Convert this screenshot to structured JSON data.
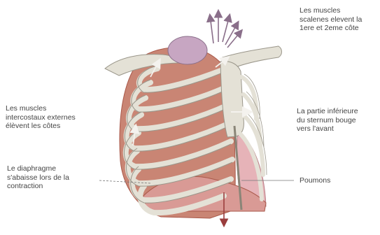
{
  "labels": {
    "scalenes": [
      "Les muscles",
      "scalenes elevent la",
      "1ere et 2eme côte"
    ],
    "intercostaux": [
      "Les muscles",
      "intercostaux externes",
      "élèvent les côtes"
    ],
    "sternum": [
      "La partie inférieure",
      "du sternum bouge",
      "vers l'avant"
    ],
    "diaphragme": [
      "Le diaphragme",
      "s'abaisse lors de la",
      "contraction"
    ],
    "poumons": "Poumons"
  },
  "colors": {
    "bone": "#e4e1d6",
    "bone_edge": "#9a968a",
    "muscle": "#c98574",
    "muscle_dark": "#a9594a",
    "lung": "#e6b3b8",
    "arrow": "#8a6f8a",
    "leader": "#777777"
  }
}
